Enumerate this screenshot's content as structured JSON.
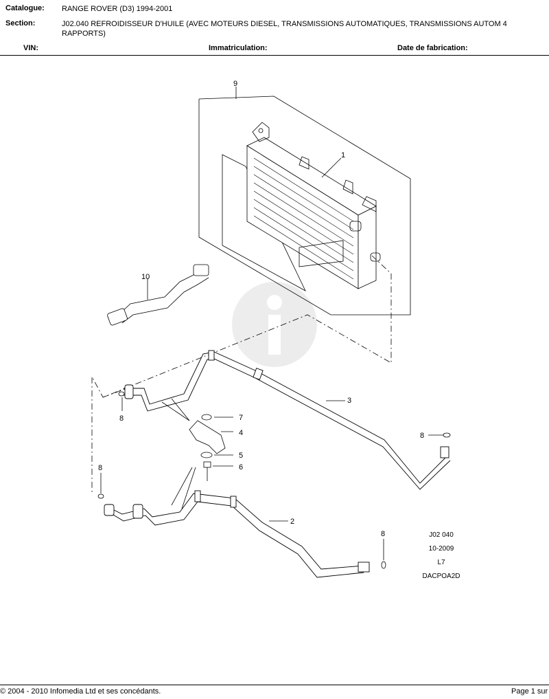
{
  "header": {
    "catalogue_label": "Catalogue:",
    "catalogue_value": "RANGE ROVER (D3) 1994-2001",
    "section_label": "Section:",
    "section_value": "J02.040 REFROIDISSEUR D'HUILE (AVEC MOTEURS DIESEL, TRANSMISSIONS AUTOMATIQUES, TRANSMISSIONS AUTOM 4 RAPPORTS)",
    "vin_label": "VIN:",
    "registration_label": "Immatriculation:",
    "build_date_label": "Date de fabrication:"
  },
  "diagram": {
    "callouts": [
      "9",
      "1",
      "10",
      "3",
      "8",
      "7",
      "4",
      "5",
      "6",
      "8",
      "8",
      "2",
      "8"
    ],
    "ref_lines": [
      "J02 040",
      "10-2009",
      "L7",
      "DACPOA2D"
    ]
  },
  "footer": {
    "copyright": "© 2004 - 2010 Infomedia Ltd et ses concédants.",
    "page": "Page 1 sur"
  }
}
